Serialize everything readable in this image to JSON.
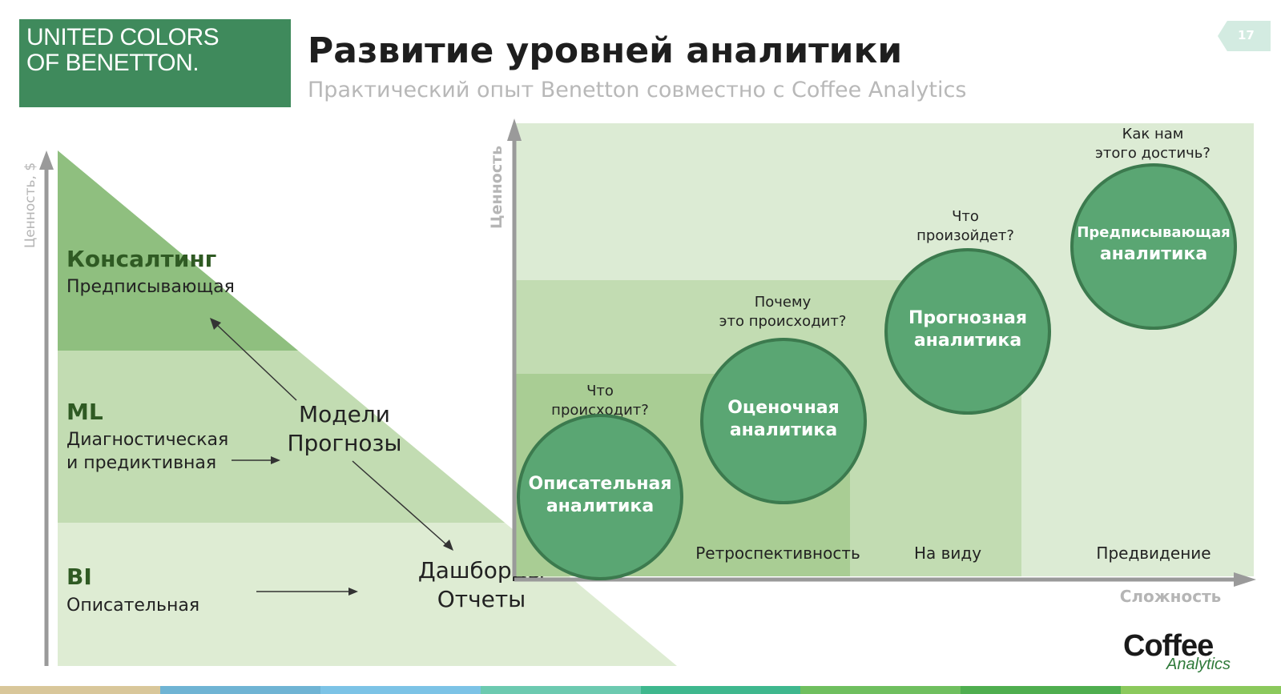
{
  "logo": {
    "line1": "UNITED COLORS",
    "line2": "OF BENETTON."
  },
  "title": "Развитие уровней аналитики",
  "subtitle": "Практический опыт Benetton совместно с Coffee Analytics",
  "page_number": "17",
  "pyramid": {
    "axis_label": "Ценность, $",
    "levels": [
      {
        "name": "Консалтинг",
        "desc1": "Предписывающая",
        "desc2": ""
      },
      {
        "name": "ML",
        "desc1": "Диагностическая",
        "desc2": "и предиктивная"
      },
      {
        "name": "BI",
        "desc1": "Описательная",
        "desc2": ""
      }
    ],
    "models_line1": "Модели",
    "models_line2": "Прогнозы",
    "dash_line1": "Дашборды",
    "dash_line2": "Отчеты"
  },
  "matrix": {
    "y_axis_label": "Ценность",
    "x_axis_label": "Сложность",
    "bands": [
      "Ретроспективность",
      "На виду",
      "Предвидение"
    ],
    "stages": [
      {
        "q1": "Что",
        "q2": "происходит?",
        "l1": "Описательная",
        "l2": "аналитика"
      },
      {
        "q1": "Почему",
        "q2": "это происходит?",
        "l1": "Оценочная",
        "l2": "аналитика"
      },
      {
        "q1": "Что",
        "q2": "произойдет?",
        "l1": "Прогнозная",
        "l2": "аналитика"
      },
      {
        "q1": "Как нам",
        "q2": "этого достичь?",
        "l1": "Предписывающая",
        "l2": "аналитика"
      }
    ]
  },
  "brand": {
    "word": "Coffee",
    "sub": "Analytics"
  },
  "colors": {
    "brand_green": "#3f8a5c",
    "circle_fill": "#5aa673",
    "circle_stroke": "#3c7a4e",
    "footer": [
      "#d9c79a",
      "#6fb4d4",
      "#7cc3e6",
      "#6ccab0",
      "#3fb88e",
      "#6fbf5f",
      "#4fae4f",
      "#8bc95c"
    ]
  }
}
